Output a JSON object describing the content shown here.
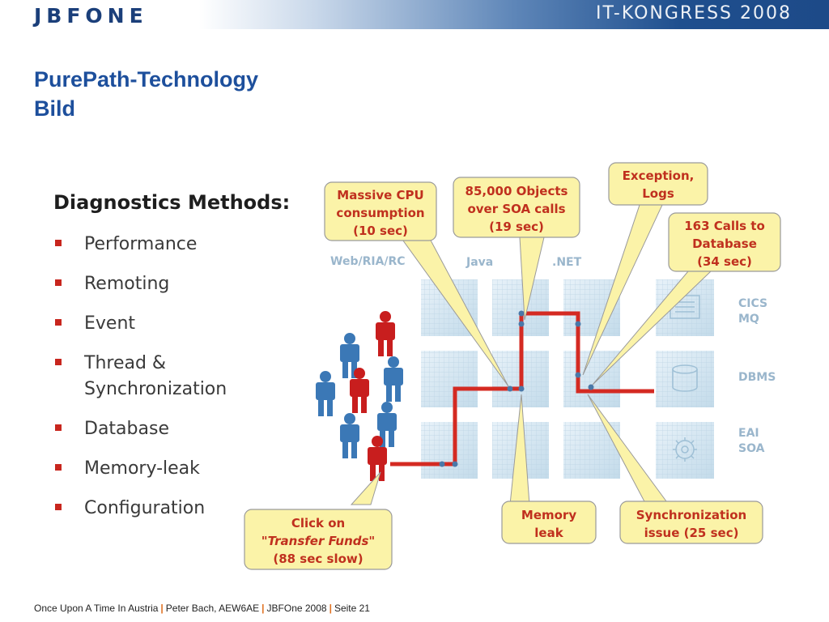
{
  "header": {
    "logo_text": "JBFONE",
    "congress": "IT-KONGRESS 2008"
  },
  "title": {
    "line1": "PurePath-Technology",
    "line2": "Bild"
  },
  "diagnostics": {
    "heading": "Diagnostics Methods:",
    "items": [
      {
        "line1": "Performance"
      },
      {
        "line1": "Remoting"
      },
      {
        "line1": "Event"
      },
      {
        "line1": "Thread &",
        "line2": "Synchronization"
      },
      {
        "line1": "Database"
      },
      {
        "line1": "Memory-leak"
      },
      {
        "line1": "Configuration"
      }
    ]
  },
  "diagram": {
    "tiers": [
      "Web/RIA/RC",
      "Java",
      ".NET"
    ],
    "backends": [
      {
        "line1": "CICS",
        "line2": "MQ"
      },
      {
        "line1": "DBMS",
        "line2": ""
      },
      {
        "line1": "EAI",
        "line2": "SOA"
      }
    ],
    "callouts": {
      "cpu": [
        "Massive CPU",
        "consumption",
        "(10 sec)"
      ],
      "objects": [
        "85,000 Objects",
        "over SOA calls",
        "(19 sec)"
      ],
      "exception": [
        "Exception,",
        "Logs"
      ],
      "calls": [
        "163 Calls to",
        "Database",
        "(34 sec)"
      ],
      "click": [
        "Click on",
        "\"Transfer Funds\"",
        "(88 sec slow)"
      ],
      "memory": [
        "Memory",
        "leak"
      ],
      "sync": [
        "Synchronization",
        "issue (25 sec)"
      ]
    },
    "colors": {
      "callout_fill": "#fbf3a8",
      "callout_border": "#9a9a9a",
      "path_red": "#d42a22",
      "person_blue": "#3b78b6",
      "person_red": "#c81e1e",
      "cube": "#d4e6f2"
    }
  },
  "footer": {
    "part1": "Once Upon A Time In Austria",
    "part2": "Peter Bach, AEW6AE",
    "part3": "JBFOne 2008",
    "part4": "Seite 21"
  }
}
